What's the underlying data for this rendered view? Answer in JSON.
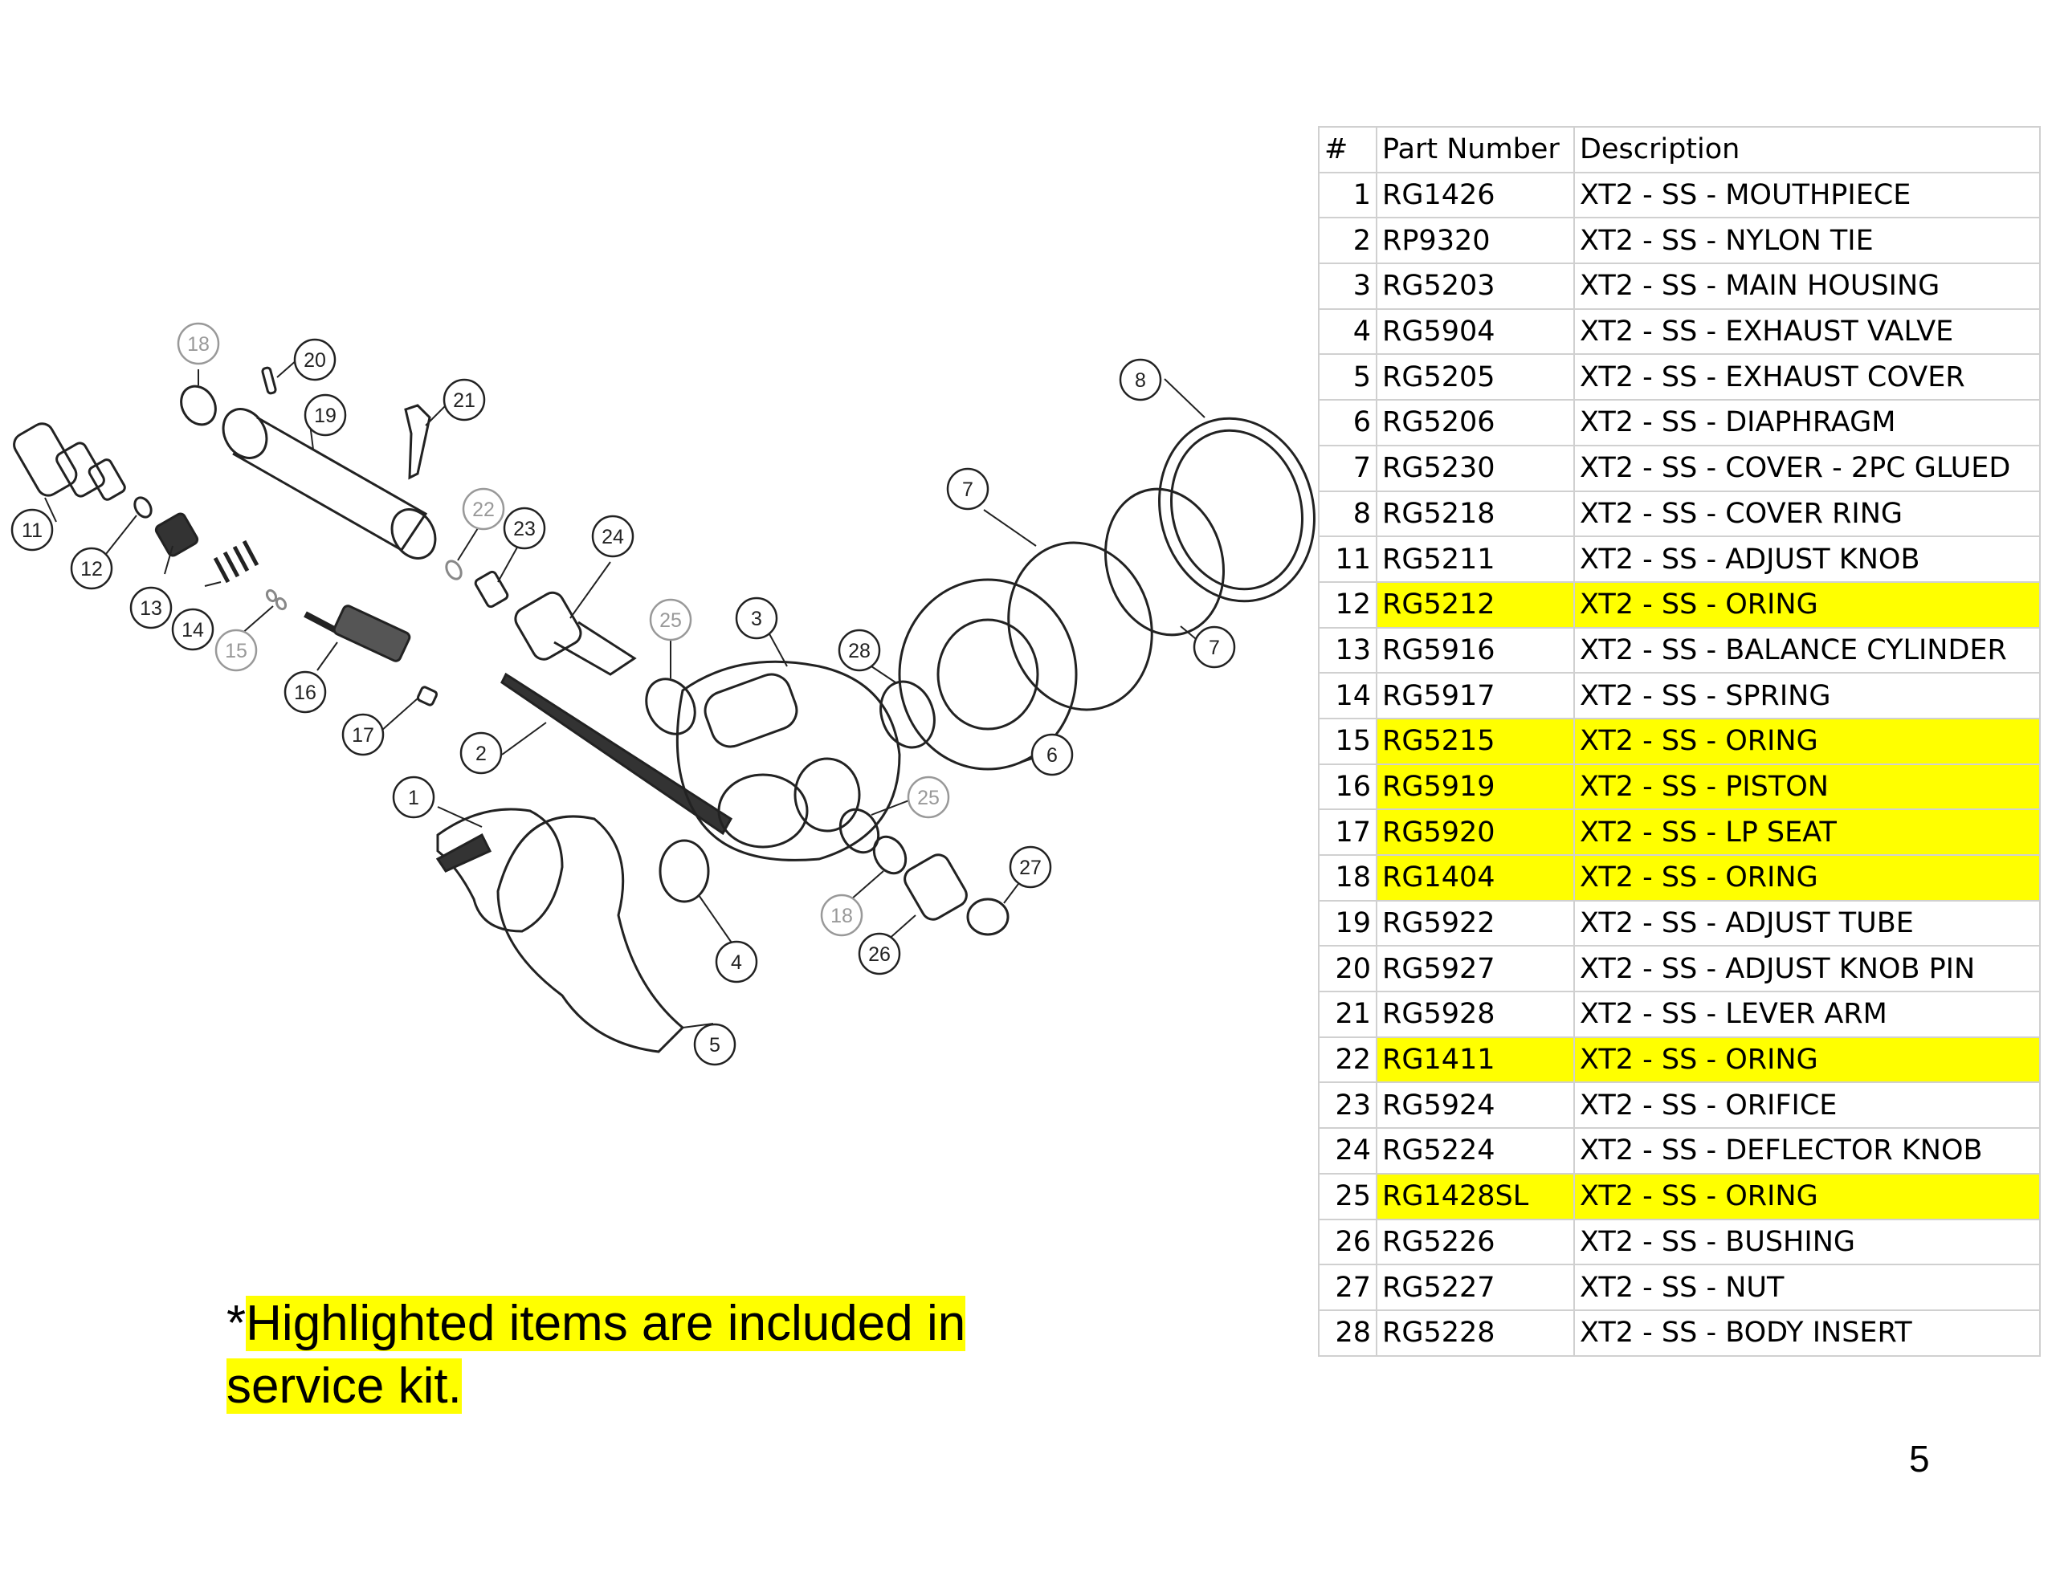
{
  "diagram": {
    "callouts": [
      {
        "n": "18",
        "muted": true
      },
      {
        "n": "20",
        "muted": false
      },
      {
        "n": "19",
        "muted": false
      },
      {
        "n": "21",
        "muted": false
      },
      {
        "n": "11",
        "muted": false
      },
      {
        "n": "12",
        "muted": false
      },
      {
        "n": "13",
        "muted": false
      },
      {
        "n": "14",
        "muted": false
      },
      {
        "n": "15",
        "muted": true
      },
      {
        "n": "16",
        "muted": false
      },
      {
        "n": "17",
        "muted": false
      },
      {
        "n": "22",
        "muted": true
      },
      {
        "n": "23",
        "muted": false
      },
      {
        "n": "24",
        "muted": false
      },
      {
        "n": "25",
        "muted": true
      },
      {
        "n": "3",
        "muted": false
      },
      {
        "n": "2",
        "muted": false
      },
      {
        "n": "1",
        "muted": false
      },
      {
        "n": "28",
        "muted": false
      },
      {
        "n": "7",
        "muted": false
      },
      {
        "n": "8",
        "muted": false
      },
      {
        "n": "7",
        "muted": false
      },
      {
        "n": "6",
        "muted": false
      },
      {
        "n": "25",
        "muted": true
      },
      {
        "n": "18",
        "muted": true
      },
      {
        "n": "27",
        "muted": false
      },
      {
        "n": "26",
        "muted": false
      },
      {
        "n": "4",
        "muted": false
      },
      {
        "n": "5",
        "muted": false
      }
    ]
  },
  "table": {
    "headers": {
      "num": "#",
      "part": "Part Number",
      "desc": "Description"
    },
    "rows": [
      {
        "num": "1",
        "part": "RG1426",
        "desc": "XT2 - SS - MOUTHPIECE",
        "highlight": false
      },
      {
        "num": "2",
        "part": "RP9320",
        "desc": "XT2 - SS - NYLON TIE",
        "highlight": false
      },
      {
        "num": "3",
        "part": "RG5203",
        "desc": "XT2 - SS - MAIN HOUSING",
        "highlight": false
      },
      {
        "num": "4",
        "part": "RG5904",
        "desc": "XT2 - SS - EXHAUST VALVE",
        "highlight": false
      },
      {
        "num": "5",
        "part": "RG5205",
        "desc": "XT2 - SS - EXHAUST COVER",
        "highlight": false
      },
      {
        "num": "6",
        "part": "RG5206",
        "desc": "XT2 - SS - DIAPHRAGM",
        "highlight": false
      },
      {
        "num": "7",
        "part": "RG5230",
        "desc": "XT2 - SS - COVER - 2PC GLUED",
        "highlight": false
      },
      {
        "num": "8",
        "part": "RG5218",
        "desc": "XT2 - SS - COVER RING",
        "highlight": false
      },
      {
        "num": "11",
        "part": "RG5211",
        "desc": "XT2 - SS - ADJUST KNOB",
        "highlight": false
      },
      {
        "num": "12",
        "part": "RG5212",
        "desc": "XT2 - SS - ORING",
        "highlight": true
      },
      {
        "num": "13",
        "part": "RG5916",
        "desc": "XT2 - SS - BALANCE CYLINDER",
        "highlight": false
      },
      {
        "num": "14",
        "part": "RG5917",
        "desc": "XT2 - SS - SPRING",
        "highlight": false
      },
      {
        "num": "15",
        "part": "RG5215",
        "desc": "XT2 - SS - ORING",
        "highlight": true
      },
      {
        "num": "16",
        "part": "RG5919",
        "desc": "XT2 - SS - PISTON",
        "highlight": true
      },
      {
        "num": "17",
        "part": "RG5920",
        "desc": "XT2 - SS - LP SEAT",
        "highlight": true
      },
      {
        "num": "18",
        "part": "RG1404",
        "desc": "XT2 - SS - ORING",
        "highlight": true
      },
      {
        "num": "19",
        "part": "RG5922",
        "desc": "XT2 - SS - ADJUST TUBE",
        "highlight": false
      },
      {
        "num": "20",
        "part": "RG5927",
        "desc": "XT2 - SS - ADJUST KNOB PIN",
        "highlight": false
      },
      {
        "num": "21",
        "part": "RG5928",
        "desc": "XT2 - SS - LEVER ARM",
        "highlight": false
      },
      {
        "num": "22",
        "part": "RG1411",
        "desc": "XT2 - SS - ORING",
        "highlight": true
      },
      {
        "num": "23",
        "part": "RG5924",
        "desc": "XT2 - SS - ORIFICE",
        "highlight": false
      },
      {
        "num": "24",
        "part": "RG5224",
        "desc": "XT2 - SS - DEFLECTOR KNOB",
        "highlight": false
      },
      {
        "num": "25",
        "part": "RG1428SL",
        "desc": "XT2 - SS - ORING",
        "highlight": true
      },
      {
        "num": "26",
        "part": "RG5226",
        "desc": "XT2 - SS - BUSHING",
        "highlight": false
      },
      {
        "num": "27",
        "part": "RG5227",
        "desc": "XT2 - SS - NUT",
        "highlight": false
      },
      {
        "num": "28",
        "part": "RG5228",
        "desc": "XT2 - SS - BODY INSERT",
        "highlight": false
      }
    ]
  },
  "note": {
    "asterisk": "*",
    "line1": "Highlighted items are included in ",
    "line2": "service kit."
  },
  "page_number": "5",
  "colors": {
    "highlight": "#ffff00",
    "grid": "#d0d0d0",
    "muted": "#999999"
  }
}
